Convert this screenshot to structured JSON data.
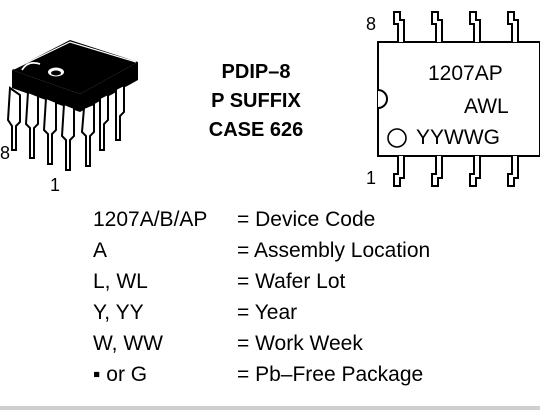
{
  "package": {
    "lines": [
      "PDIP–8",
      "P SUFFIX",
      "CASE 626"
    ],
    "pin_8_label": "8",
    "pin_1_label": "1"
  },
  "marking": {
    "pin_8_label": "8",
    "pin_1_label": "1",
    "line1": "1207AP",
    "line2": "AWL",
    "line3": "YYWWG"
  },
  "legend": [
    {
      "code": "1207A/B/AP",
      "desc": "= Device Code"
    },
    {
      "code": "A",
      "desc": "= Assembly Location"
    },
    {
      "code": "L, WL",
      "desc": "= Wafer Lot"
    },
    {
      "code": "Y, YY",
      "desc": "= Year"
    },
    {
      "code": "W, WW",
      "desc": "= Work Week"
    },
    {
      "code": "▪ or G",
      "desc": "= Pb–Free Package"
    }
  ]
}
